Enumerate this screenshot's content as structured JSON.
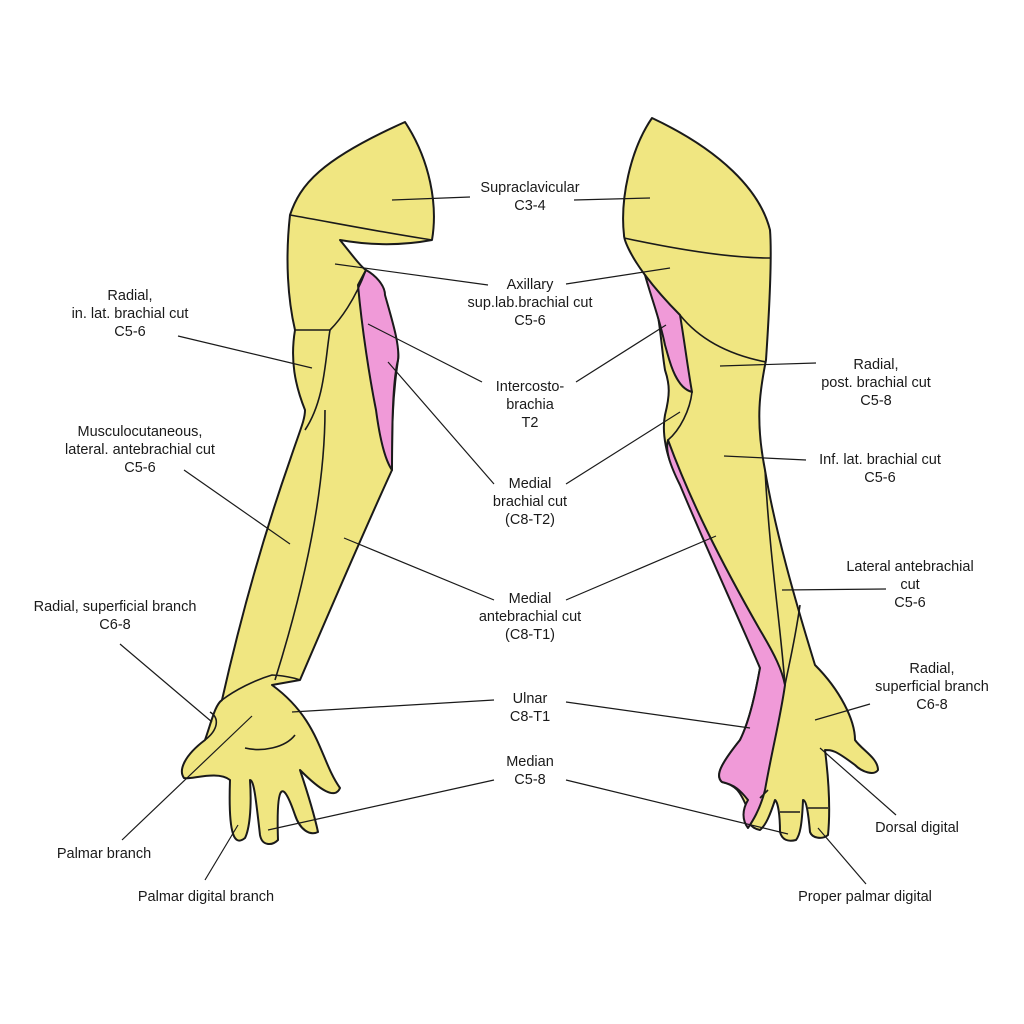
{
  "colors": {
    "skin_yellow": "#f0e681",
    "nerve_pink": "#f09ad8",
    "outline": "#1a1a1a"
  },
  "labels": {
    "supraclavicular": [
      "Supraclavicular",
      "C3-4"
    ],
    "axillary": [
      "Axillary",
      "sup.lab.brachial cut",
      "C5-6"
    ],
    "intercostobrachia": [
      "Intercosto-",
      "brachia",
      "T2"
    ],
    "medial_brachial": [
      "Medial",
      "brachial cut",
      "(C8-T2)"
    ],
    "medial_antebrachial": [
      "Medial",
      "antebrachial cut",
      "(C8-T1)"
    ],
    "ulnar": [
      "Ulnar",
      "C8-T1"
    ],
    "median": [
      "Median",
      "C5-8"
    ],
    "radial_inf_lat": [
      "Radial,",
      "in. lat. brachial cut",
      "C5-6"
    ],
    "musculocutaneous": [
      "Musculocutaneous,",
      "lateral. antebrachial cut",
      "C5-6"
    ],
    "radial_superficial_left": [
      "Radial, superficial branch",
      "C6-8"
    ],
    "palmar_branch": [
      "Palmar branch"
    ],
    "palmar_digital_branch": [
      "Palmar digital branch"
    ],
    "radial_post_brachial": [
      "Radial,",
      "post. brachial cut",
      "C5-8"
    ],
    "inf_lat_brachial": [
      "Inf. lat. brachial cut",
      "C5-6"
    ],
    "lateral_antebrachial": [
      "Lateral antebrachial",
      "cut",
      "C5-6"
    ],
    "radial_superficial_right": [
      "Radial,",
      "superficial branch",
      "C6-8"
    ],
    "dorsal_digital": [
      "Dorsal digital"
    ],
    "proper_palmar_digital": [
      "Proper palmar digital"
    ]
  }
}
